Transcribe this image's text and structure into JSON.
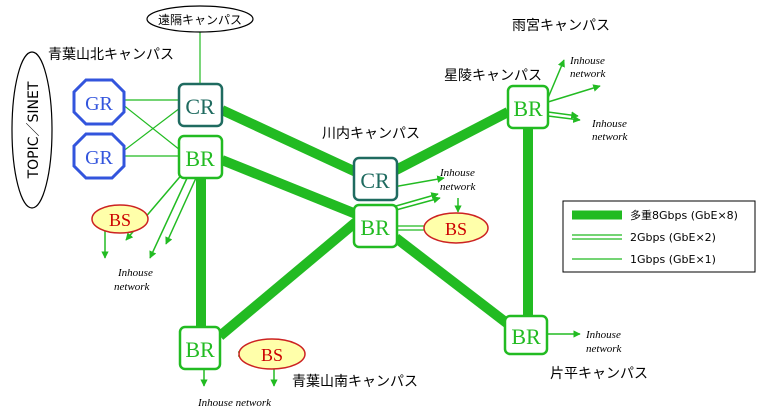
{
  "nodes": {
    "gr1": "GR",
    "gr2": "GR",
    "cr_north": "CR",
    "br_north": "BR",
    "bs_north": "BS",
    "cr_center": "CR",
    "br_center": "BR",
    "bs_center": "BS",
    "br_hoshi": "BR",
    "br_katahira": "BR",
    "br_south": "BR",
    "bs_south": "BS"
  },
  "labels": {
    "remote": "遠隔キャンパス",
    "topic": "TOPIC／SINET",
    "aoba_north": "青葉山北キャンパス",
    "amamiya": "雨宮キャンパス",
    "hoshi": "星陵キャンパス",
    "kawauchi": "川内キャンパス",
    "katahira": "片平キャンパス",
    "aoba_south": "青葉山南キャンパス",
    "inhouse": "Inhouse network",
    "inhouse_line1": "Inhouse",
    "inhouse_line2": "network"
  },
  "legend": {
    "items": [
      {
        "label": "多重8Gbps (GbE×8)"
      },
      {
        "label": "2Gbps (GbE×2)"
      },
      {
        "label": "1Gbps (GbE×1)"
      }
    ]
  },
  "colors": {
    "green": "#22bb22",
    "router_blue": "#3355dd",
    "cr_teal": "#1f6b60",
    "bs_fill": "#ffffaa",
    "bs_border": "#cc2222",
    "bs_text": "#cc0000"
  }
}
